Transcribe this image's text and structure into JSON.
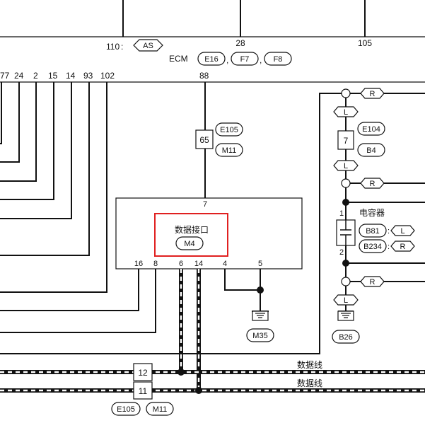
{
  "ecm": {
    "label": "ECM",
    "top_pins": [
      "110",
      "28",
      "105"
    ],
    "top_pin_110_suffix": ":",
    "top_connector_as": "AS",
    "connectors": [
      "E16",
      "F7",
      "F8"
    ],
    "separator": ",",
    "bottom_pins": [
      "77",
      "24",
      "2",
      "15",
      "14",
      "93",
      "102",
      "88"
    ]
  },
  "pass_through_top": {
    "pin": "65",
    "connectors": [
      "E105",
      "M11"
    ]
  },
  "data_link": {
    "name": "数据接口",
    "connector": "M4",
    "pin_top": "7",
    "pins_bottom": [
      "16",
      "8",
      "6",
      "14",
      "4",
      "5"
    ],
    "highlight_color": "#e02020"
  },
  "ground_left": {
    "connector": "M35"
  },
  "right_side": {
    "wire_color_code_r": "R",
    "wire_color_code_l": "L",
    "e104_pin": "7",
    "e104_connectors": [
      "E104",
      "B4"
    ],
    "capacitor_label": "电容器",
    "capacitor_pins": [
      "1",
      "2"
    ],
    "capacitor_connectors": [
      {
        "name": "B81",
        "code": "L"
      },
      {
        "name": "B234",
        "code": "R"
      }
    ],
    "ground_connector": "B26"
  },
  "bottom_pass_through": {
    "pins": [
      "12",
      "11"
    ],
    "connectors": [
      "E105",
      "M11"
    ],
    "data_line_label": "数据线"
  }
}
